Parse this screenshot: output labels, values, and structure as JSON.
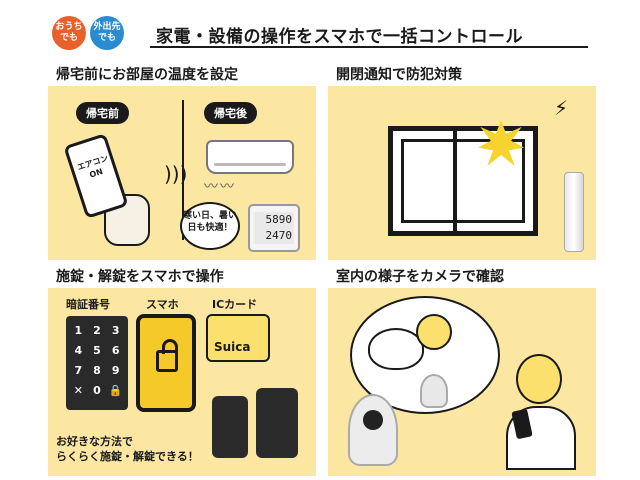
{
  "header": {
    "badge_home": "おうちでも",
    "badge_out": "外出先でも",
    "title": "家電・設備の操作をスマホで一括コントロール"
  },
  "panel1": {
    "title": "帰宅前にお部屋の温度を設定",
    "tag_before": "帰宅前",
    "tag_after": "帰宅後",
    "phone_text": "エアコン ON",
    "bubble_text": "寒い日、暑い日も快適！",
    "thermo_line1": "5890",
    "thermo_line2": "2470"
  },
  "panel2": {
    "title": "開閉通知で防犯対策"
  },
  "panel3": {
    "title": "施錠・解錠をスマホで操作",
    "label_pin": "暗証番号",
    "label_phone": "スマホ",
    "label_card": "ICカード",
    "card_brand": "Suica",
    "keys": [
      "1",
      "2",
      "3",
      "4",
      "5",
      "6",
      "7",
      "8",
      "9",
      "✕",
      "0",
      "🔒"
    ],
    "bottom_line1": "お好きな方法で",
    "bottom_line2": "らくらく施錠・解錠できる！"
  },
  "panel4": {
    "title": "室内の様子をカメラで確認"
  },
  "colors": {
    "panel_bg": "#fbe7a1",
    "badge_home": "#e8602c",
    "badge_out": "#2a8bd0",
    "accent_yellow": "#f6c92a"
  }
}
